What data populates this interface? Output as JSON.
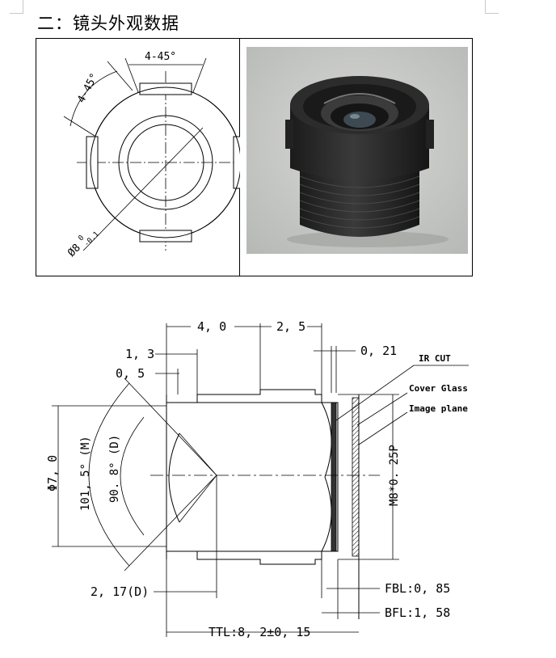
{
  "heading": "二：镜头外观数据",
  "front_view": {
    "angle_top": "4-45°",
    "angle_left": "4-45°",
    "diameter_main": "Ø8",
    "diameter_upper": "0",
    "diameter_lower": "-0.1"
  },
  "photo": {
    "background_color": "#c9cbc8",
    "lens_color": "#2a2a2a"
  },
  "section_view": {
    "dim_4_0": "4, 0",
    "dim_2_5": "2, 5",
    "dim_1_3": "1, 3",
    "dim_0_5": "0, 5",
    "dim_0_21": "0, 21",
    "dim_phi7": "Φ7, 0",
    "angle_m": "101, 5° (M)",
    "angle_d": "90. 8° (D)",
    "dim_2_17": "2, 17(D)",
    "thread": "M8*0. 25P",
    "label_ir_cut": "IR CUT",
    "label_cover_glass": "Cover Glass",
    "label_image_plane": "Image plane",
    "fbl": "FBL:0, 85",
    "bfl": "BFL:1, 58",
    "ttl": "TTL:8, 2±0, 15"
  }
}
